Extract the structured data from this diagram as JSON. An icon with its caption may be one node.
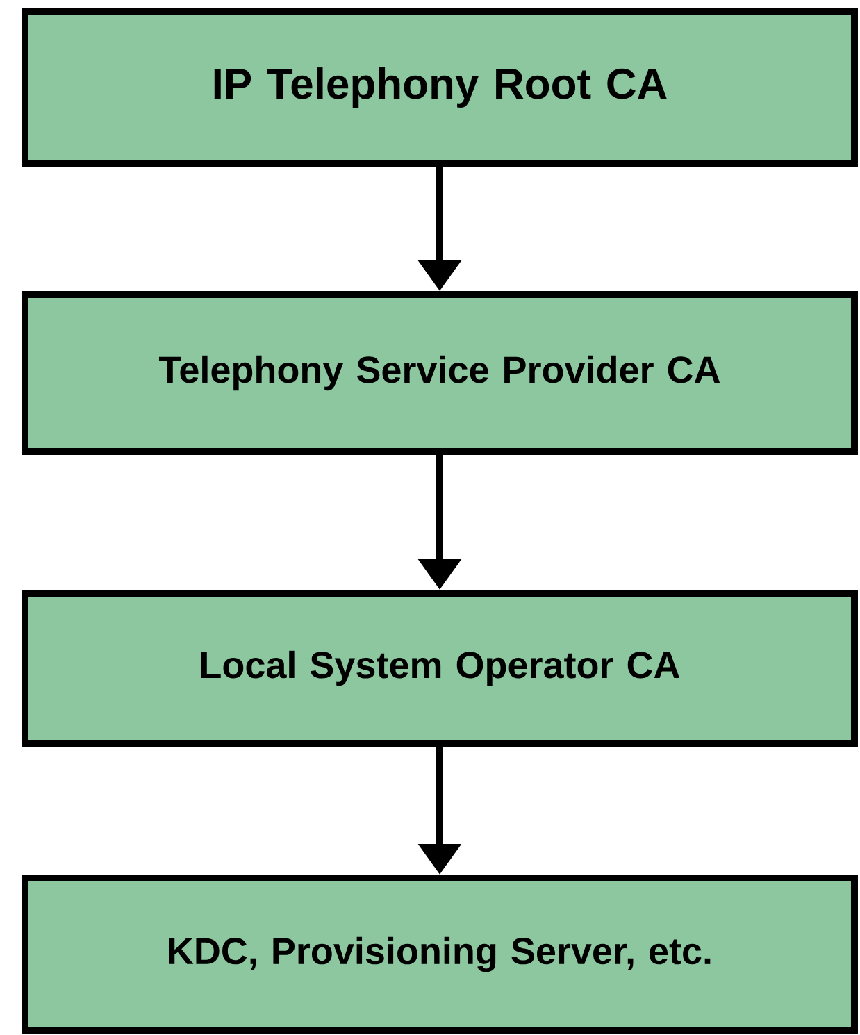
{
  "diagram": {
    "nodes": [
      {
        "text": [
          "IP Telephony Root CA"
        ]
      },
      {
        "text": [
          "Telephony Service Provider CA"
        ]
      },
      {
        "text": [
          "Local System Operator CA"
        ]
      },
      {
        "text": [
          "KDC, Provisioning Server, etc."
        ]
      }
    ],
    "edges": [
      {
        "from": 0,
        "to": 1,
        "arrow": "to"
      },
      {
        "from": 1,
        "to": 2,
        "arrow": "to"
      },
      {
        "from": 2,
        "to": 3,
        "arrow": "to"
      }
    ]
  }
}
